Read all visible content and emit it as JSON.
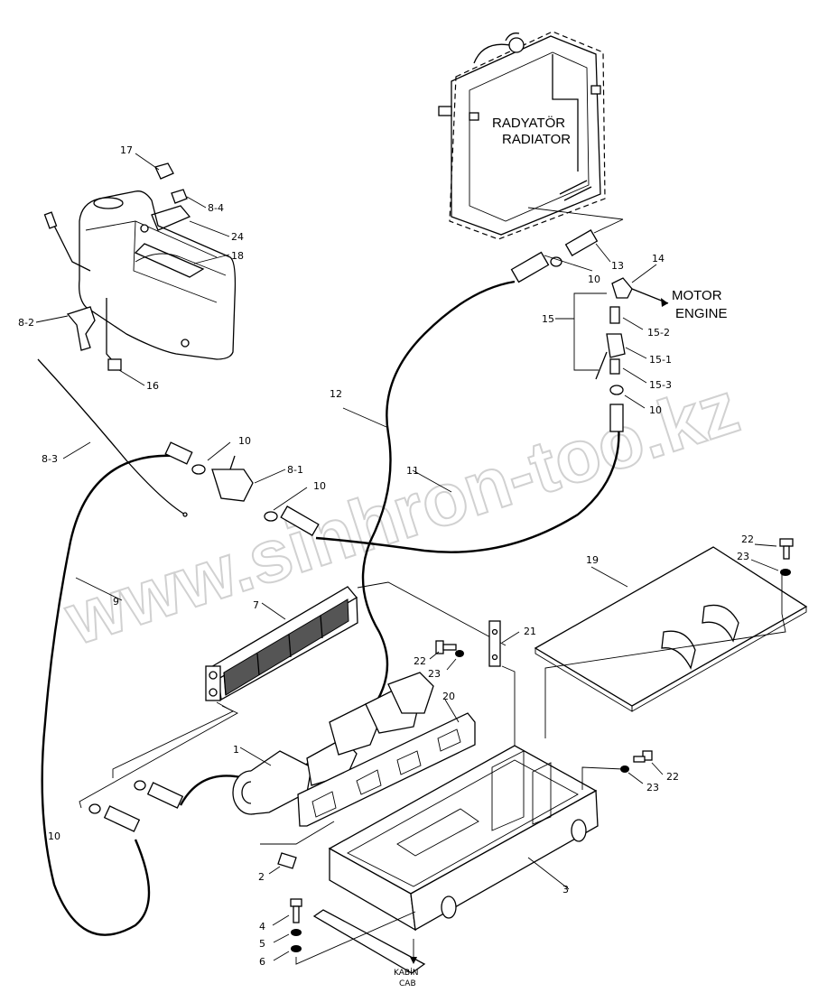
{
  "labels": {
    "radiator_tr": "RADYATÖR",
    "radiator_en": "RADIATOR",
    "motor_tr": "MOTOR",
    "engine_en": "ENGINE",
    "kabin_tr": "KABİN",
    "cab_en": "CAB"
  },
  "watermark": "www.sinhron-too.kz",
  "callouts": {
    "c17": "17",
    "c8_4": "8-4",
    "c24": "24",
    "c18": "18",
    "c8_2": "8-2",
    "c16": "16",
    "c8_3": "8-3",
    "c12": "12",
    "c10_a": "10",
    "c8_1": "8-1",
    "c10_b": "10",
    "c11": "11",
    "c10_c": "10",
    "c13": "13",
    "c14": "14",
    "c15": "15",
    "c15_2": "15-2",
    "c15_1": "15-1",
    "c15_3": "15-3",
    "c10_d": "10",
    "c9": "9",
    "c7": "7",
    "c21": "21",
    "c22_a": "22",
    "c23_a": "23",
    "c19": "19",
    "c22_b": "22",
    "c23_b": "23",
    "c20": "20",
    "c1": "1",
    "c22_c": "22",
    "c23_c": "23",
    "c10_e": "10",
    "c2": "2",
    "c3": "3",
    "c4": "4",
    "c5": "5",
    "c6": "6"
  },
  "colors": {
    "line": "#000000",
    "watermark": "#c9c9c9",
    "background": "#ffffff"
  }
}
